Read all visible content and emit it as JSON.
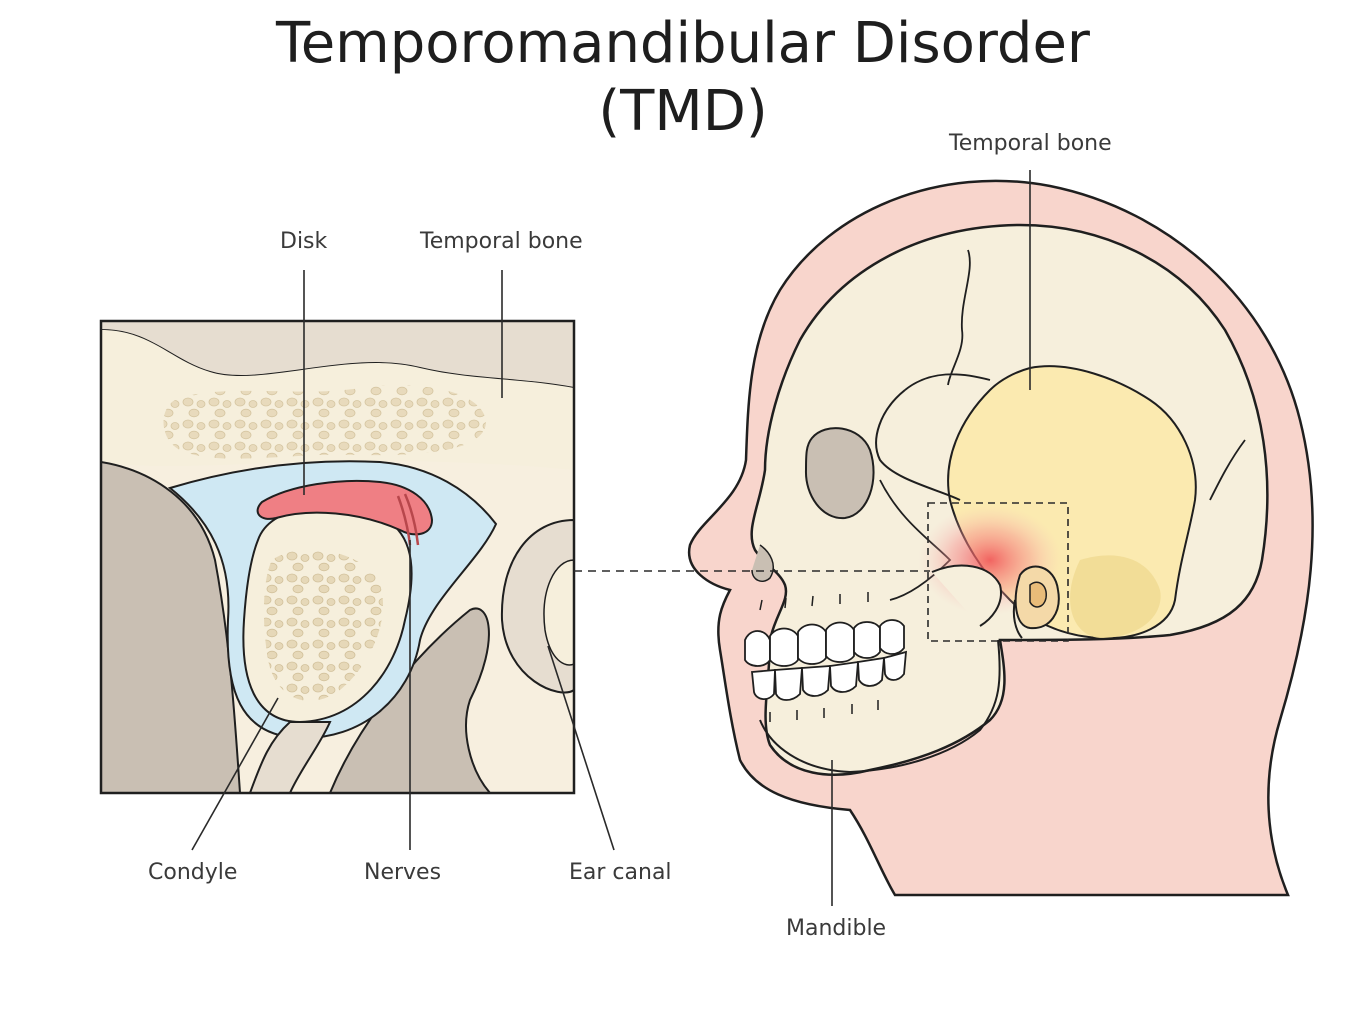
{
  "title": {
    "line1": "Temporomandibular Disorder",
    "line2": "(TMD)"
  },
  "labels": {
    "disk": "Disk",
    "temporal_bone_inset": "Temporal bone",
    "temporal_bone_head": "Temporal bone",
    "condyle": "Condyle",
    "nerves": "Nerves",
    "ear_canal": "Ear canal",
    "mandible": "Mandible"
  },
  "colors": {
    "skin": "#f8d5cc",
    "bone": "#f6efdc",
    "temporal_bone": "#fbeab0",
    "disk": "#ef7f84",
    "synovial": "#cfe8f3",
    "shadow": "#c9bfb3",
    "inflammation": "#f26e6e",
    "outline": "#1f1f1f"
  }
}
